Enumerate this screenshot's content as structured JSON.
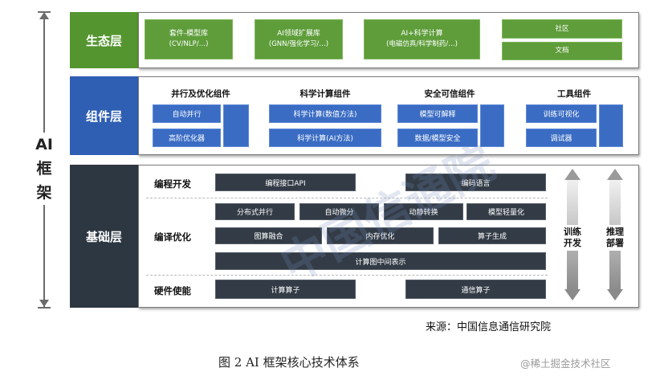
{
  "ai_framework_label": "AI\n框\n架",
  "ecology": {
    "label": "生态层",
    "items": [
      {
        "title": "套件-模型库",
        "sub": "(CV/NLP/…)"
      },
      {
        "title": "AI领域扩展库",
        "sub": "(GNN/强化学习/…)"
      },
      {
        "title": "AI+科学计算",
        "sub": "(电磁仿真/科学制药/…)"
      }
    ],
    "community": "社区",
    "docs": "文档"
  },
  "component": {
    "label": "组件层",
    "groups": [
      {
        "title": "并行及优化组件",
        "items": [
          "自动并行",
          "高阶优化器"
        ]
      },
      {
        "title": "科学计算组件",
        "items": [
          "科学计算(数值方法)",
          "科学计算(AI方法)"
        ]
      },
      {
        "title": "安全可信组件",
        "items": [
          "模型可解释",
          "数据/模型安全"
        ]
      },
      {
        "title": "工具组件",
        "items": [
          "训练可视化",
          "调试器"
        ]
      }
    ]
  },
  "base": {
    "label": "基础层",
    "programming": {
      "title": "编程开发",
      "items": [
        "编程接口API",
        "编码语言"
      ]
    },
    "compile": {
      "title": "编译优化",
      "row1": [
        "分布式并行",
        "自动微分",
        "动静转换",
        "模型轻量化"
      ],
      "row2": [
        "图算融合",
        "内存优化",
        "算子生成"
      ],
      "row3": "计算图中间表示"
    },
    "hardware": {
      "title": "硬件使能",
      "items": [
        "计算算子",
        "通信算子"
      ]
    },
    "train_label": "训练\n开发",
    "infer_label": "推理\n部署"
  },
  "source": "来源：中国信息通信研究院",
  "caption": "图 2 AI 框架核心技术体系",
  "watermark_text": "@稀土掘金技术社区",
  "big_watermark": "中国信通院"
}
